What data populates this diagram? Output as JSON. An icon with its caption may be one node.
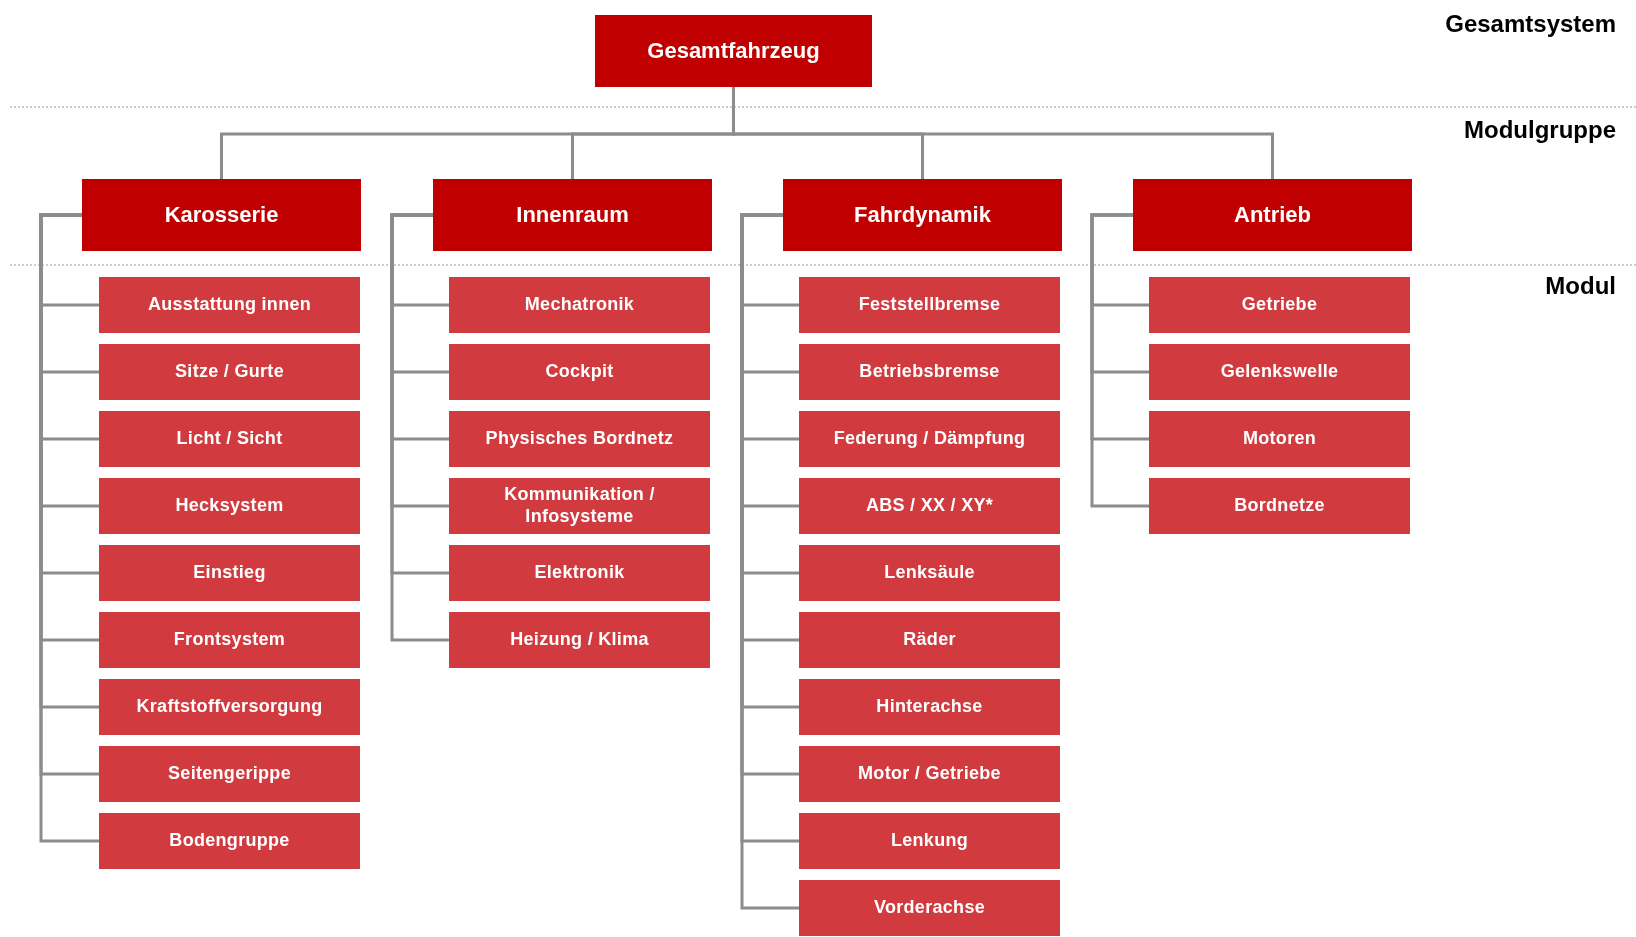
{
  "diagram": {
    "nodes": [
      {
        "text": [
          "Gesamtfahrzeug"
        ]
      },
      {
        "text": [
          "Karosserie"
        ]
      },
      {
        "text": [
          "Innenraum"
        ]
      },
      {
        "text": [
          "Fahrdynamik"
        ]
      },
      {
        "text": [
          "Antrieb"
        ]
      },
      {
        "text": [
          "Ausstattung innen"
        ]
      },
      {
        "text": [
          "Sitze / Gurte"
        ]
      },
      {
        "text": [
          "Licht / Sicht"
        ]
      },
      {
        "text": [
          "Hecksystem"
        ]
      },
      {
        "text": [
          "Einstieg"
        ]
      },
      {
        "text": [
          "Frontsystem"
        ]
      },
      {
        "text": [
          "Kraftstoffversorgung"
        ]
      },
      {
        "text": [
          "Seitengerippe"
        ]
      },
      {
        "text": [
          "Bodengruppe"
        ]
      },
      {
        "text": [
          "Mechatronik"
        ]
      },
      {
        "text": [
          "Cockpit"
        ]
      },
      {
        "text": [
          "Physisches Bordnetz"
        ]
      },
      {
        "text": [
          "Kommunikation / Infosysteme"
        ]
      },
      {
        "text": [
          "Elektronik"
        ]
      },
      {
        "text": [
          "Heizung / Klima"
        ]
      },
      {
        "text": [
          "Feststellbremse"
        ]
      },
      {
        "text": [
          "Betriebsbremse"
        ]
      },
      {
        "text": [
          "Federung / Dämpfung"
        ]
      },
      {
        "text": [
          "ABS / XX / XY*"
        ]
      },
      {
        "text": [
          "Lenksäule"
        ]
      },
      {
        "text": [
          "Räder"
        ]
      },
      {
        "text": [
          "Hinterachse"
        ]
      },
      {
        "text": [
          "Motor / Getriebe"
        ]
      },
      {
        "text": [
          "Lenkung"
        ]
      },
      {
        "text": [
          "Vorderachse"
        ]
      },
      {
        "text": [
          "Getriebe"
        ]
      },
      {
        "text": [
          "Gelenkswelle"
        ]
      },
      {
        "text": [
          "Motoren"
        ]
      },
      {
        "text": [
          "Bordnetze"
        ]
      }
    ],
    "edges": [
      {
        "from": 0,
        "to": 1,
        "arrow": "none"
      },
      {
        "from": 0,
        "to": 2,
        "arrow": "none"
      },
      {
        "from": 0,
        "to": 3,
        "arrow": "none"
      },
      {
        "from": 0,
        "to": 4,
        "arrow": "none"
      },
      {
        "from": 1,
        "to": 5,
        "arrow": "none"
      },
      {
        "from": 1,
        "to": 6,
        "arrow": "none"
      },
      {
        "from": 1,
        "to": 7,
        "arrow": "none"
      },
      {
        "from": 1,
        "to": 8,
        "arrow": "none"
      },
      {
        "from": 1,
        "to": 9,
        "arrow": "none"
      },
      {
        "from": 1,
        "to": 10,
        "arrow": "none"
      },
      {
        "from": 1,
        "to": 11,
        "arrow": "none"
      },
      {
        "from": 1,
        "to": 12,
        "arrow": "none"
      },
      {
        "from": 1,
        "to": 13,
        "arrow": "none"
      },
      {
        "from": 2,
        "to": 14,
        "arrow": "none"
      },
      {
        "from": 2,
        "to": 15,
        "arrow": "none"
      },
      {
        "from": 2,
        "to": 16,
        "arrow": "none"
      },
      {
        "from": 2,
        "to": 17,
        "arrow": "none"
      },
      {
        "from": 2,
        "to": 18,
        "arrow": "none"
      },
      {
        "from": 2,
        "to": 19,
        "arrow": "none"
      },
      {
        "from": 3,
        "to": 20,
        "arrow": "none"
      },
      {
        "from": 3,
        "to": 21,
        "arrow": "none"
      },
      {
        "from": 3,
        "to": 22,
        "arrow": "none"
      },
      {
        "from": 3,
        "to": 23,
        "arrow": "none"
      },
      {
        "from": 3,
        "to": 24,
        "arrow": "none"
      },
      {
        "from": 3,
        "to": 25,
        "arrow": "none"
      },
      {
        "from": 3,
        "to": 26,
        "arrow": "none"
      },
      {
        "from": 3,
        "to": 27,
        "arrow": "none"
      },
      {
        "from": 3,
        "to": 28,
        "arrow": "none"
      },
      {
        "from": 3,
        "to": 29,
        "arrow": "none"
      },
      {
        "from": 4,
        "to": 30,
        "arrow": "none"
      },
      {
        "from": 4,
        "to": 31,
        "arrow": "none"
      },
      {
        "from": 4,
        "to": 32,
        "arrow": "none"
      },
      {
        "from": 4,
        "to": 33,
        "arrow": "none"
      }
    ],
    "labels": [
      "Gesamtsystem",
      "Modulgruppe",
      "Modul"
    ]
  }
}
